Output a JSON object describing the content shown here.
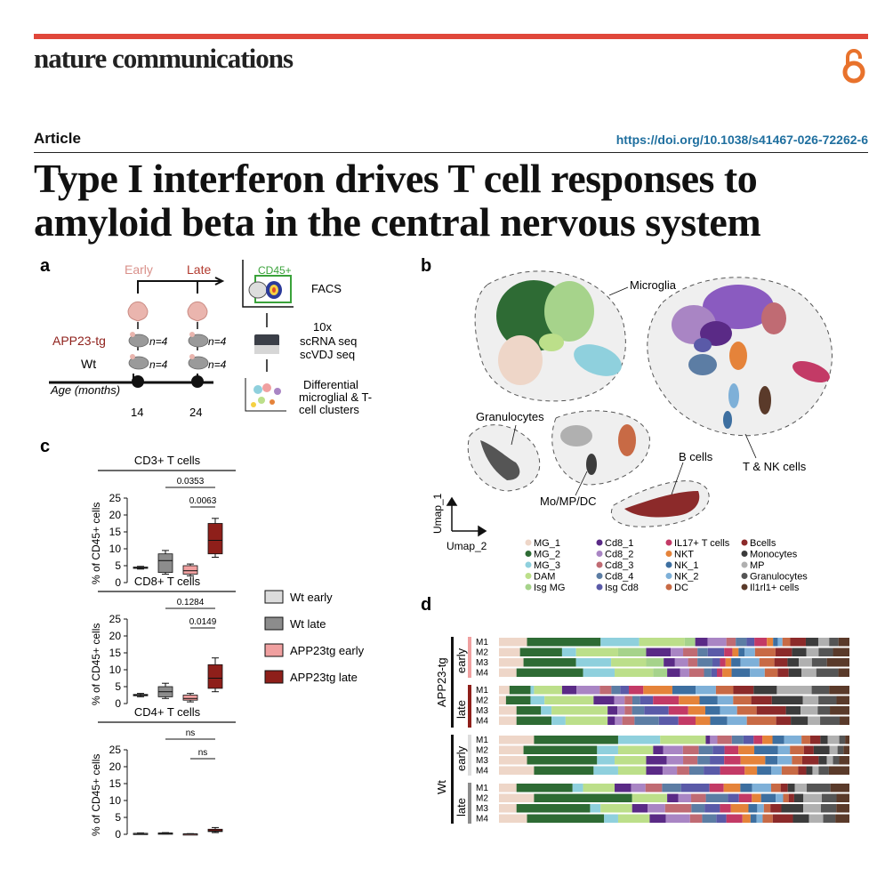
{
  "header": {
    "journal": "nature communications",
    "article_label": "Article",
    "doi": "https://doi.org/10.1038/s41467-026-72262-6",
    "title": "Type I interferon drives T cell responses to amyloid beta in the central nervous system",
    "oa_icon": "open-access-icon",
    "accent_color": "#e0473a"
  },
  "panel_a": {
    "letter": "a",
    "early": "Early",
    "late": "Late",
    "app_label": "APP23-tg",
    "wt_label": "Wt",
    "n_labels": [
      "n=4",
      "n=4",
      "n=4",
      "n=4"
    ],
    "age_label": "Age (months)",
    "ages": [
      "14",
      "24"
    ],
    "gate_label": "CD45+",
    "facs": "FACS",
    "tenx": "10x",
    "scrna": "scRNA seq",
    "scvdj": "scVDJ seq",
    "diff1": "Differential",
    "diff2": "microglial & T-",
    "diff3": "cell clusters"
  },
  "panel_b": {
    "letter": "b",
    "labels": {
      "microglia": "Microglia",
      "granulocytes": "Granulocytes",
      "bcells": "B cells",
      "tnk": "T & NK cells",
      "momp": "Mo/MP/DC"
    },
    "axis_x": "Umap_2",
    "axis_y": "Umap_1",
    "legend": [
      {
        "label": "MG_1",
        "color": "#eed6c8"
      },
      {
        "label": "MG_2",
        "color": "#2e6b34"
      },
      {
        "label": "MG_3",
        "color": "#8fd0dd"
      },
      {
        "label": "DAM",
        "color": "#bcdf8a"
      },
      {
        "label": "Isg MG",
        "color": "#a6d38b"
      },
      {
        "label": "Cd8_1",
        "color": "#5a2a86"
      },
      {
        "label": "Cd8_2",
        "color": "#a985c4"
      },
      {
        "label": "Cd8_3",
        "color": "#c06b73"
      },
      {
        "label": "Cd8_4",
        "color": "#5c7da4"
      },
      {
        "label": "Isg Cd8",
        "color": "#5a5aa8"
      },
      {
        "label": "IL17+ T cells",
        "color": "#c33a66"
      },
      {
        "label": "NKT",
        "color": "#e5833a"
      },
      {
        "label": "NK_1",
        "color": "#3d6fa0"
      },
      {
        "label": "NK_2",
        "color": "#7eb0d8"
      },
      {
        "label": "DC",
        "color": "#c86a45"
      },
      {
        "label": "Bcells",
        "color": "#8c2a2a"
      },
      {
        "label": "Monocytes",
        "color": "#3c3c3c"
      },
      {
        "label": "MP",
        "color": "#b0b0b0"
      },
      {
        "label": "Granulocytes",
        "color": "#555555"
      },
      {
        "label": "Il1rl1+ cells",
        "color": "#5a3a2a"
      }
    ]
  },
  "panel_c": {
    "letter": "c",
    "ylabel": "% of CD45+ cells",
    "legend": [
      {
        "label": "Wt early",
        "color": "#dcdcdc"
      },
      {
        "label": "Wt late",
        "color": "#8c8c8c"
      },
      {
        "label": "APP23tg early",
        "color": "#f0a0a0"
      },
      {
        "label": "APP23tg late",
        "color": "#8e1f1a"
      }
    ],
    "sub_titles": [
      "CD3+ T cells",
      "CD8+ T cells",
      "CD4+ T cells"
    ],
    "p_values": [
      "0.0353",
      "0.0063",
      "0.1284",
      "0.0149",
      "ns",
      "ns"
    ],
    "ticks": [
      "25",
      "20",
      "15",
      "10",
      "5",
      "0"
    ]
  },
  "panel_d": {
    "letter": "d",
    "group_app": "APP23-tg",
    "group_wt": "Wt",
    "early": "early",
    "late": "late",
    "mice": [
      "M1",
      "M2",
      "M3",
      "M4"
    ]
  },
  "chart_data": [
    {
      "type": "box",
      "title": "CD3+ T cells",
      "ylabel": "% of CD45+ cells",
      "ylim": [
        0,
        25
      ],
      "categories": [
        "Wt early",
        "Wt late",
        "APP23tg early",
        "APP23tg late"
      ],
      "boxes": [
        {
          "min": 4.0,
          "q1": 4.2,
          "median": 4.4,
          "q3": 4.6,
          "max": 4.8
        },
        {
          "min": 2.5,
          "q1": 3.0,
          "median": 6.5,
          "q3": 8.5,
          "max": 9.5
        },
        {
          "min": 2.0,
          "q1": 2.5,
          "median": 3.5,
          "q3": 5.0,
          "max": 5.5
        },
        {
          "min": 7.5,
          "q1": 8.5,
          "median": 12.5,
          "q3": 17.5,
          "max": 19.0
        }
      ],
      "annotations": [
        {
          "from": "Wt late",
          "to": "APP23tg late",
          "text": "0.0353"
        },
        {
          "from": "APP23tg early",
          "to": "APP23tg late",
          "text": "0.0063"
        }
      ]
    },
    {
      "type": "box",
      "title": "CD8+ T cells",
      "ylabel": "% of CD45+ cells",
      "ylim": [
        0,
        25
      ],
      "categories": [
        "Wt early",
        "Wt late",
        "APP23tg early",
        "APP23tg late"
      ],
      "boxes": [
        {
          "min": 2.0,
          "q1": 2.3,
          "median": 2.5,
          "q3": 2.7,
          "max": 3.0
        },
        {
          "min": 1.5,
          "q1": 2.0,
          "median": 3.5,
          "q3": 5.0,
          "max": 6.0
        },
        {
          "min": 0.5,
          "q1": 1.0,
          "median": 1.5,
          "q3": 2.5,
          "max": 3.0
        },
        {
          "min": 3.5,
          "q1": 4.5,
          "median": 7.5,
          "q3": 11.5,
          "max": 13.5
        }
      ],
      "annotations": [
        {
          "from": "Wt late",
          "to": "APP23tg late",
          "text": "0.1284"
        },
        {
          "from": "APP23tg early",
          "to": "APP23tg late",
          "text": "0.0149"
        }
      ]
    },
    {
      "type": "box",
      "title": "CD4+ T cells",
      "ylabel": "% of CD45+ cells",
      "ylim": [
        0,
        25
      ],
      "categories": [
        "Wt early",
        "Wt late",
        "APP23tg early",
        "APP23tg late"
      ],
      "boxes": [
        {
          "min": 0.1,
          "q1": 0.2,
          "median": 0.2,
          "q3": 0.3,
          "max": 0.4
        },
        {
          "min": 0.1,
          "q1": 0.2,
          "median": 0.3,
          "q3": 0.4,
          "max": 0.5
        },
        {
          "min": 0.05,
          "q1": 0.1,
          "median": 0.1,
          "q3": 0.15,
          "max": 0.2
        },
        {
          "min": 0.5,
          "q1": 0.8,
          "median": 1.0,
          "q3": 1.5,
          "max": 2.0
        }
      ],
      "annotations": [
        {
          "from": "Wt late",
          "to": "APP23tg late",
          "text": "ns"
        },
        {
          "from": "APP23tg early",
          "to": "APP23tg late",
          "text": "ns"
        }
      ]
    },
    {
      "type": "stacked-bar",
      "title": "",
      "rows": [
        {
          "group": "APP23-tg early M1",
          "segments": [
            {
              "c": "MG_1",
              "v": 8
            },
            {
              "c": "MG_2",
              "v": 21
            },
            {
              "c": "MG_3",
              "v": 11
            },
            {
              "c": "DAM",
              "v": 13
            },
            {
              "c": "Isg MG",
              "v": 3
            },
            {
              "c": "other",
              "v": 44
            }
          ]
        },
        {
          "group": "APP23-tg early M2",
          "segments": [
            {
              "c": "MG_1",
              "v": 6
            },
            {
              "c": "MG_2",
              "v": 12
            },
            {
              "c": "MG_3",
              "v": 4
            },
            {
              "c": "DAM",
              "v": 12
            },
            {
              "c": "Isg MG",
              "v": 8
            },
            {
              "c": "other",
              "v": 58
            }
          ]
        },
        {
          "group": "APP23-tg early M3",
          "segments": [
            {
              "c": "MG_1",
              "v": 7
            },
            {
              "c": "MG_2",
              "v": 15
            },
            {
              "c": "MG_3",
              "v": 10
            },
            {
              "c": "DAM",
              "v": 10
            },
            {
              "c": "Isg MG",
              "v": 5
            },
            {
              "c": "other",
              "v": 53
            }
          ]
        },
        {
          "group": "APP23-tg early M4",
          "segments": [
            {
              "c": "MG_1",
              "v": 5
            },
            {
              "c": "MG_2",
              "v": 19
            },
            {
              "c": "MG_3",
              "v": 9
            },
            {
              "c": "DAM",
              "v": 11
            },
            {
              "c": "Isg MG",
              "v": 4
            },
            {
              "c": "other",
              "v": 52
            }
          ]
        },
        {
          "group": "APP23-tg late M1",
          "segments": [
            {
              "c": "MG_1",
              "v": 3
            },
            {
              "c": "MG_2",
              "v": 6
            },
            {
              "c": "MG_3",
              "v": 1
            },
            {
              "c": "DAM",
              "v": 8
            },
            {
              "c": "Isg MG",
              "v": 0
            },
            {
              "c": "other",
              "v": 82
            }
          ]
        },
        {
          "group": "APP23-tg late M2",
          "segments": [
            {
              "c": "MG_1",
              "v": 2
            },
            {
              "c": "MG_2",
              "v": 7
            },
            {
              "c": "MG_3",
              "v": 4
            },
            {
              "c": "DAM",
              "v": 14
            },
            {
              "c": "Isg MG",
              "v": 0
            },
            {
              "c": "other",
              "v": 73
            }
          ]
        },
        {
          "group": "APP23-tg late M3",
          "segments": [
            {
              "c": "MG_1",
              "v": 5
            },
            {
              "c": "MG_2",
              "v": 7
            },
            {
              "c": "MG_3",
              "v": 3
            },
            {
              "c": "DAM",
              "v": 16
            },
            {
              "c": "Isg MG",
              "v": 0
            },
            {
              "c": "other",
              "v": 69
            }
          ]
        },
        {
          "group": "APP23-tg late M4",
          "segments": [
            {
              "c": "MG_1",
              "v": 5
            },
            {
              "c": "MG_2",
              "v": 10
            },
            {
              "c": "MG_3",
              "v": 4
            },
            {
              "c": "DAM",
              "v": 12
            },
            {
              "c": "Isg MG",
              "v": 0
            },
            {
              "c": "other",
              "v": 69
            }
          ]
        },
        {
          "group": "Wt early M1",
          "segments": [
            {
              "c": "MG_1",
              "v": 10
            },
            {
              "c": "MG_2",
              "v": 24
            },
            {
              "c": "MG_3",
              "v": 12
            },
            {
              "c": "DAM",
              "v": 13
            },
            {
              "c": "Isg MG",
              "v": 0
            },
            {
              "c": "other",
              "v": 41
            }
          ]
        },
        {
          "group": "Wt early M2",
          "segments": [
            {
              "c": "MG_1",
              "v": 7
            },
            {
              "c": "MG_2",
              "v": 21
            },
            {
              "c": "MG_3",
              "v": 6
            },
            {
              "c": "DAM",
              "v": 10
            },
            {
              "c": "Isg MG",
              "v": 0
            },
            {
              "c": "other",
              "v": 56
            }
          ]
        },
        {
          "group": "Wt early M3",
          "segments": [
            {
              "c": "MG_1",
              "v": 8
            },
            {
              "c": "MG_2",
              "v": 20
            },
            {
              "c": "MG_3",
              "v": 5
            },
            {
              "c": "DAM",
              "v": 9
            },
            {
              "c": "Isg MG",
              "v": 0
            },
            {
              "c": "other",
              "v": 58
            }
          ]
        },
        {
          "group": "Wt early M4",
          "segments": [
            {
              "c": "MG_1",
              "v": 10
            },
            {
              "c": "MG_2",
              "v": 17
            },
            {
              "c": "MG_3",
              "v": 7
            },
            {
              "c": "DAM",
              "v": 8
            },
            {
              "c": "Isg MG",
              "v": 0
            },
            {
              "c": "other",
              "v": 58
            }
          ]
        },
        {
          "group": "Wt late M1",
          "segments": [
            {
              "c": "MG_1",
              "v": 5
            },
            {
              "c": "MG_2",
              "v": 16
            },
            {
              "c": "MG_3",
              "v": 3
            },
            {
              "c": "DAM",
              "v": 9
            },
            {
              "c": "Isg MG",
              "v": 0
            },
            {
              "c": "other",
              "v": 67
            }
          ]
        },
        {
          "group": "Wt late M2",
          "segments": [
            {
              "c": "MG_1",
              "v": 10
            },
            {
              "c": "MG_2",
              "v": 28
            },
            {
              "c": "MG_3",
              "v": 0
            },
            {
              "c": "DAM",
              "v": 10
            },
            {
              "c": "Isg MG",
              "v": 0
            },
            {
              "c": "other",
              "v": 52
            }
          ]
        },
        {
          "group": "Wt late M3",
          "segments": [
            {
              "c": "MG_1",
              "v": 5
            },
            {
              "c": "MG_2",
              "v": 21
            },
            {
              "c": "MG_3",
              "v": 3
            },
            {
              "c": "DAM",
              "v": 9
            },
            {
              "c": "Isg MG",
              "v": 0
            },
            {
              "c": "other",
              "v": 62
            }
          ]
        },
        {
          "group": "Wt late M4",
          "segments": [
            {
              "c": "MG_1",
              "v": 8
            },
            {
              "c": "MG_2",
              "v": 22
            },
            {
              "c": "MG_3",
              "v": 4
            },
            {
              "c": "DAM",
              "v": 9
            },
            {
              "c": "Isg MG",
              "v": 0
            },
            {
              "c": "other",
              "v": 57
            }
          ]
        }
      ]
    }
  ]
}
